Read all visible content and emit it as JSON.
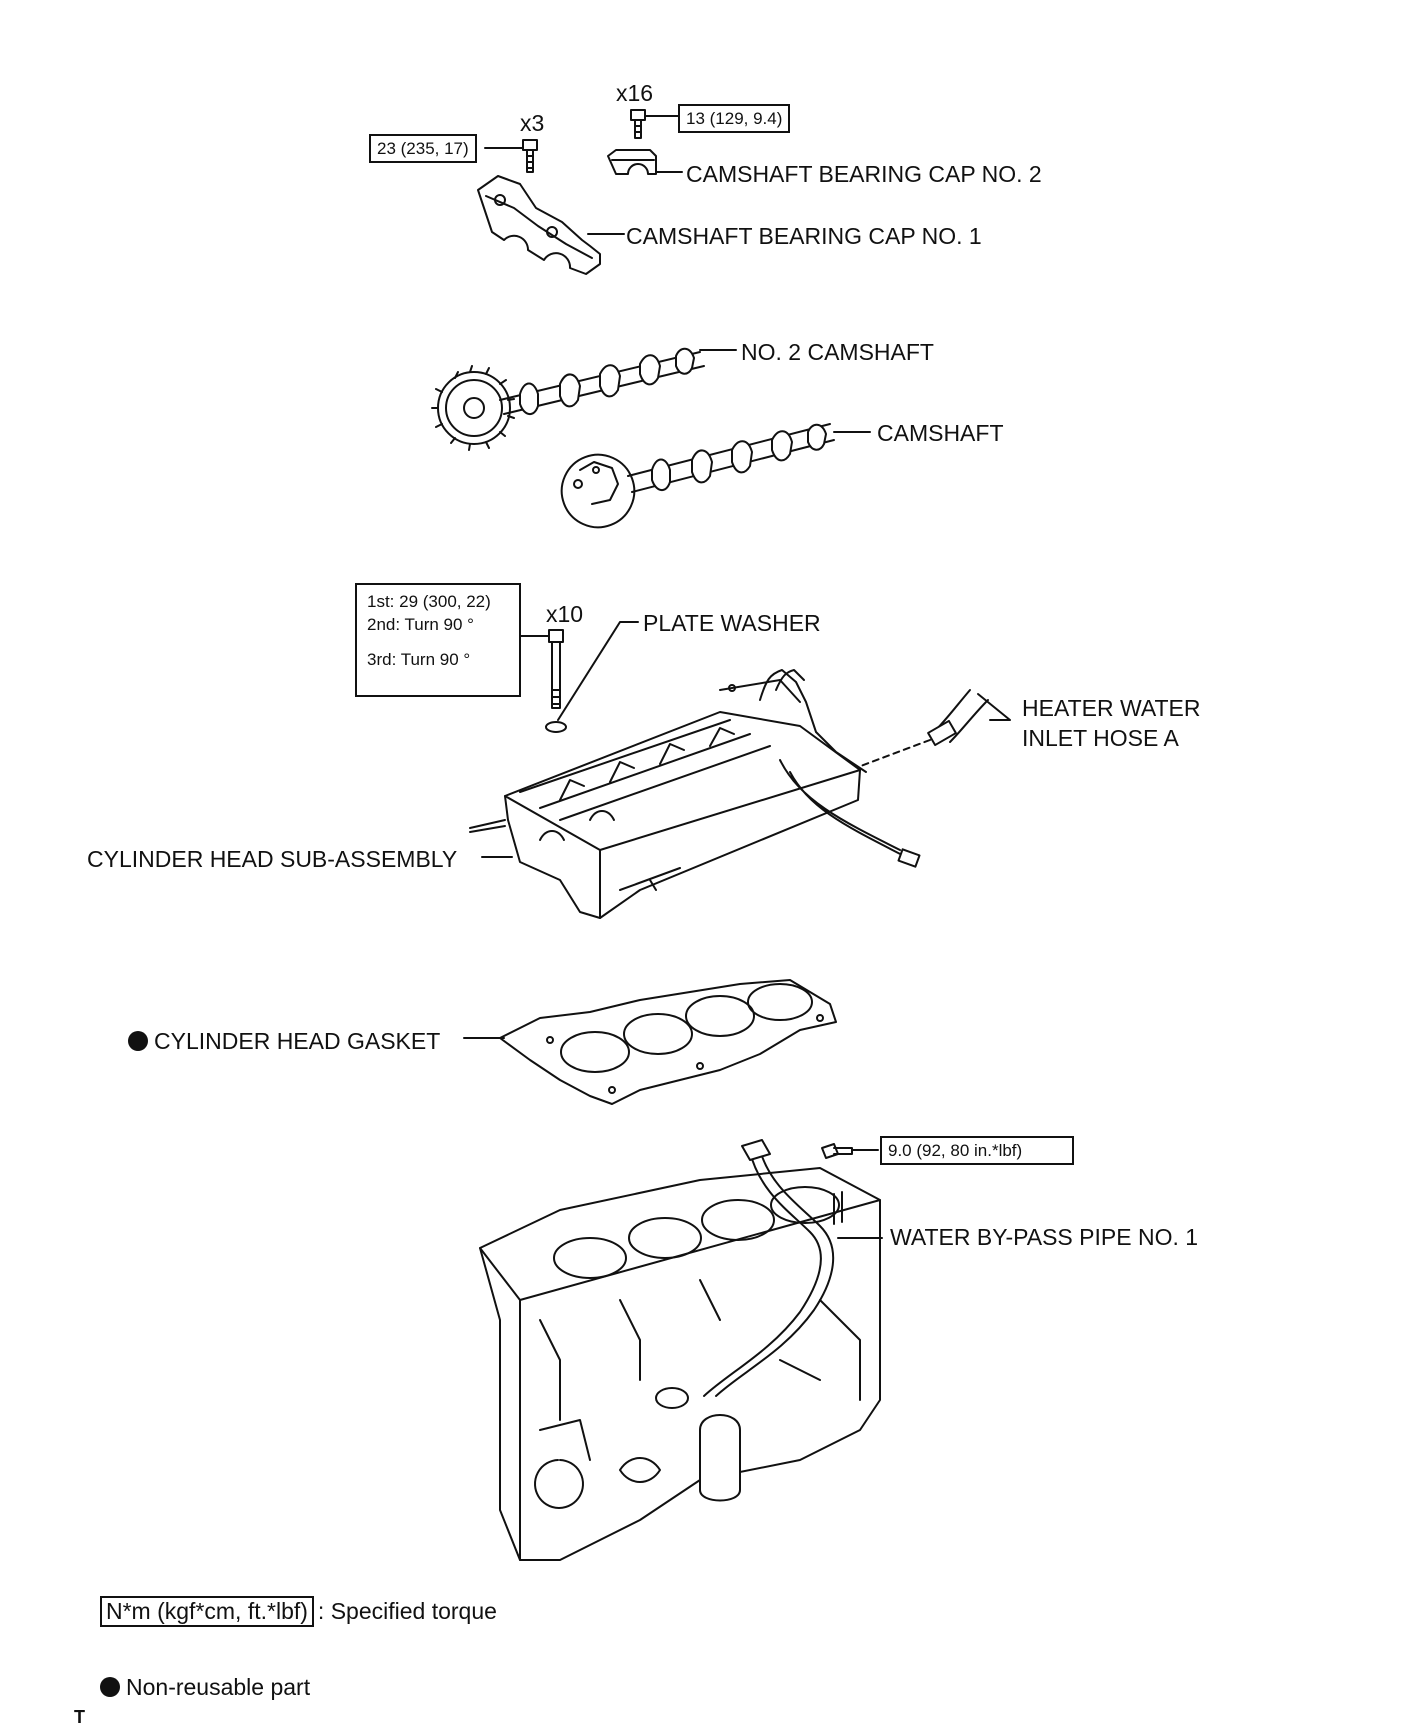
{
  "torque_specs": {
    "bearing_cap_no1_bolt": "23 (235, 17)",
    "bearing_cap_no2_bolt": "13 (129, 9.4)",
    "head_bolt_step1": "1st: 29 (300, 22)",
    "head_bolt_step2": "2nd:  Turn 90 °",
    "head_bolt_step3": "3rd:  Turn 90 °",
    "bypass_pipe_bolt": "9.0 (92, 80 in.*lbf)"
  },
  "quantities": {
    "bearing_cap_no1_bolts": "x3",
    "bearing_cap_no2_bolts": "x16",
    "head_bolts": "x10"
  },
  "parts": {
    "bearing_cap_no2": "CAMSHAFT BEARING CAP NO. 2",
    "bearing_cap_no1": "CAMSHAFT BEARING CAP NO. 1",
    "no2_camshaft": "NO. 2 CAMSHAFT",
    "camshaft": "CAMSHAFT",
    "plate_washer": "PLATE WASHER",
    "heater_hose_line1": "HEATER WATER",
    "heater_hose_line2": "INLET HOSE A",
    "cylinder_head": "CYLINDER HEAD SUB-ASSEMBLY",
    "head_gasket": "CYLINDER HEAD GASKET",
    "bypass_pipe": "WATER BY-PASS PIPE NO. 1"
  },
  "legend": {
    "torque_unit": "N*m (kgf*cm, ft.*lbf)",
    "torque_text": ": Specified torque",
    "nonreusable_text": "Non-reusable part",
    "corner_mark": "T"
  }
}
